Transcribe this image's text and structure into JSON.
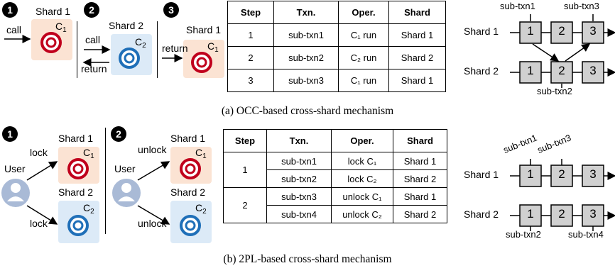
{
  "part_a": {
    "steps": [
      "1",
      "2",
      "3"
    ],
    "panel1": {
      "shard": "Shard 1",
      "coin": "C",
      "coin_sub": "1",
      "arrow_in": "call"
    },
    "panel2": {
      "shard": "Shard 2",
      "coin": "C",
      "coin_sub": "2",
      "arrow_in": "call",
      "arrow_out": "return"
    },
    "panel3": {
      "shard": "Shard 1",
      "coin": "C",
      "coin_sub": "1",
      "arrow_in": "return"
    },
    "table": {
      "headers": [
        "Step",
        "Txn.",
        "Oper.",
        "Shard"
      ],
      "rows": [
        [
          "1",
          "sub-txn1",
          "C₁ run",
          "Shard 1"
        ],
        [
          "2",
          "sub-txn2",
          "C₂ run",
          "Shard 2"
        ],
        [
          "3",
          "sub-txn3",
          "C₁ run",
          "Shard 1"
        ]
      ]
    },
    "flow": {
      "rows": [
        "Shard 1",
        "Shard 2"
      ],
      "blocks": [
        "1",
        "2",
        "3"
      ],
      "labels": {
        "top1": "sub-txn1",
        "top3": "sub-txn3",
        "bottom2": "sub-txn2"
      }
    },
    "caption": "(a) OCC-based cross-shard mechanism"
  },
  "part_b": {
    "steps": [
      "1",
      "2"
    ],
    "panel1": {
      "user": "User",
      "shard1": "Shard 1",
      "shard2": "Shard 2",
      "op_top": "lock",
      "op_bottom": "lock",
      "coin": "C",
      "coin1_sub": "1",
      "coin2_sub": "2"
    },
    "panel2": {
      "user": "User",
      "shard1": "Shard 1",
      "shard2": "Shard 2",
      "op_top": "unlock",
      "op_bottom": "unlock",
      "coin": "C",
      "coin1_sub": "1",
      "coin2_sub": "2"
    },
    "table": {
      "headers": [
        "Step",
        "Txn.",
        "Oper.",
        "Shard"
      ],
      "groups": [
        {
          "step": "1",
          "rows": [
            [
              "sub-txn1",
              "lock C₁",
              "Shard 1"
            ],
            [
              "sub-txn2",
              "lock C₂",
              "Shard 2"
            ]
          ]
        },
        {
          "step": "2",
          "rows": [
            [
              "sub-txn3",
              "unlock C₁",
              "Shard 1"
            ],
            [
              "sub-txn4",
              "unlock C₂",
              "Shard 2"
            ]
          ]
        }
      ]
    },
    "flow": {
      "rows": [
        "Shard 1",
        "Shard 2"
      ],
      "blocks": [
        "1",
        "2",
        "3"
      ],
      "labels": {
        "top1": "sub-txn1",
        "top2": "sub-txn3",
        "bottom1": "sub-txn2",
        "bottom3": "sub-txn4"
      }
    },
    "caption": "(b) 2PL-based cross-shard mechanism"
  },
  "colors": {
    "coin_red": "#c0001c",
    "coin_blue": "#1f6fb8",
    "shard_orange": "#fbe3d3",
    "shard_blue": "#dceaf7",
    "block_gray": "#d0d0d0",
    "user_blue": "#8fa6c8"
  }
}
